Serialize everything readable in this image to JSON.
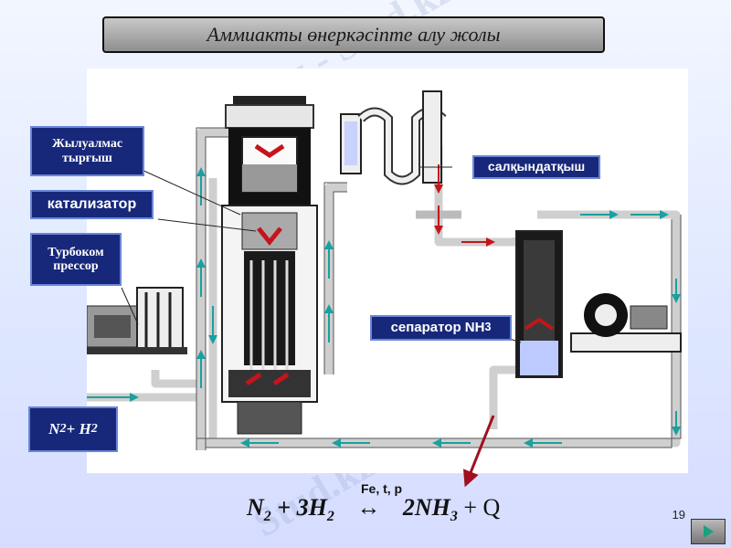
{
  "title": "Аммиакты өнеркәсіпте алу жолы",
  "watermark": "Stud.kz - Stud.kz",
  "labels": {
    "heat_exchanger": "Жылуалмас тырғыш",
    "catalyst": "катализатор",
    "turbo_line1": "Турбоком",
    "turbo_line2": "прессор",
    "feed_n": "N",
    "feed_n_sub": "2",
    "feed_plus": " + H",
    "feed_h_sub": "2",
    "cooler": "салқындатқыш",
    "separator": "сепаратор NH",
    "separator_sub": "3"
  },
  "reaction": {
    "conditions": "Fe, t, p",
    "left_a": "N",
    "left_a_sub": "2",
    "left_b": " + 3H",
    "left_b_sub": "2",
    "arrow": "↔",
    "right_a": "2NH",
    "right_a_sub": "3",
    "right_b": " + Q"
  },
  "page_number": "19",
  "colors": {
    "label_bg": "#17287a",
    "flow_arrow": "#1aa0a0",
    "hot_arrow": "#c4141c",
    "pipe": "#d8d8d8"
  }
}
